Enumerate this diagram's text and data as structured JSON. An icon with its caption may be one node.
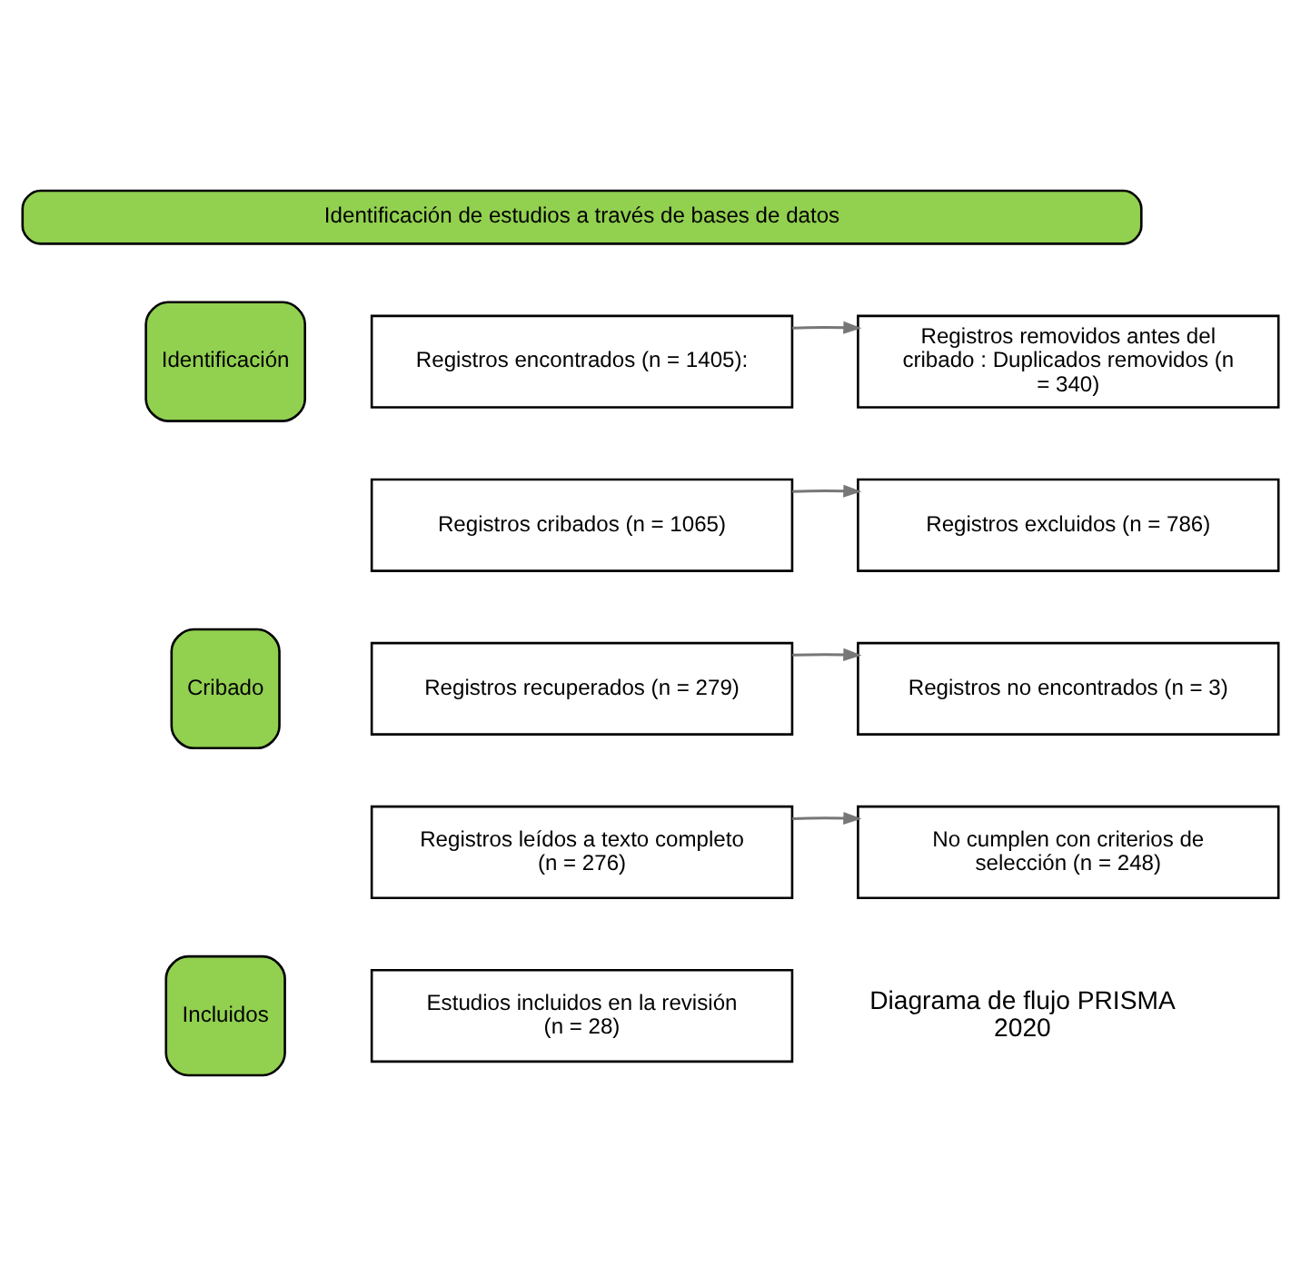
{
  "diagram": {
    "nodes": [
      {
        "text": [
          "Identificación de estudios a través de bases de datos"
        ]
      },
      {
        "text": [
          "Identificación"
        ]
      },
      {
        "text": [
          "Registros encontrados (n = 1405):"
        ]
      },
      {
        "text": [
          "Registros removidos antes del cribado : Duplicados removidos (n = 340)"
        ]
      },
      {
        "text": [
          "Cribado"
        ]
      },
      {
        "text": [
          "Registros cribados (n = 1065)"
        ]
      },
      {
        "text": [
          "Registros excluidos (n = 786)"
        ]
      },
      {
        "text": [
          "Registros recuperados (n = 279)"
        ]
      },
      {
        "text": [
          "Registros no encontrados (n = 3)"
        ]
      },
      {
        "text": [
          "Registros leídos a texto completo (n = 276)"
        ]
      },
      {
        "text": [
          "No cumplen con criterios de selección (n = 248)"
        ]
      },
      {
        "text": [
          "Incluidos"
        ]
      },
      {
        "text": [
          "Estudios incluidos en la revisión (n = 28)"
        ]
      }
    ],
    "edges": [
      {
        "from": 2,
        "to": 3,
        "arrow": "to"
      },
      {
        "from": 5,
        "to": 6,
        "arrow": "to"
      },
      {
        "from": 7,
        "to": 8,
        "arrow": "to"
      },
      {
        "from": 9,
        "to": 10,
        "arrow": "to"
      }
    ],
    "labels": [
      "Diagrama de flujo PRISMA 2020"
    ]
  }
}
